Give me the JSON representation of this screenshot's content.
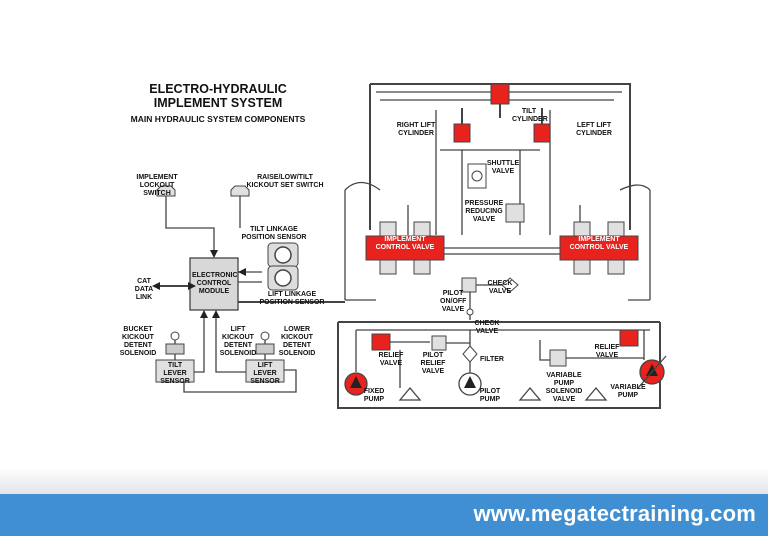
{
  "diagram": {
    "title_line1": "ELECTRO-HYDRAULIC",
    "title_line2": "IMPLEMENT SYSTEM",
    "subtitle": "MAIN HYDRAULIC SYSTEM COMPONENTS",
    "labels": {
      "implement_lockout_switch": "IMPLEMENT LOCKOUT SWITCH",
      "raise_low_tilt_switch": "RAISE/LOW/TILT KICKOUT SET SWITCH",
      "tilt_linkage_sensor": "TILT LINKAGE POSITION SENSOR",
      "lift_linkage_sensor": "LIFT LINKAGE POSITION SENSOR",
      "ecm": "ELECTRONIC CONTROL MODULE",
      "cat_data_link": "CAT DATA LINK",
      "bucket_kickout_solenoid": "BUCKET KICKOUT DETENT SOLENOID",
      "lift_kickout_solenoid": "LIFT KICKOUT DETENT SOLENOID",
      "lower_kickout_solenoid": "LOWER KICKOUT DETENT SOLENOID",
      "tilt_lever_sensor": "TILT LEVER SENSOR",
      "lift_lever_sensor": "LIFT LEVER SENSOR",
      "tilt_cylinder": "TILT CYLINDER",
      "right_lift_cylinder": "RIGHT LIFT CYLINDER",
      "left_lift_cylinder": "LEFT LIFT CYLINDER",
      "shuttle_valve": "SHUTTLE VALVE",
      "pressure_reducing_valve": "PRESSURE REDUCING VALVE",
      "implement_control_valve_left": "IMPLEMENT CONTROL VALVE",
      "implement_control_valve_right": "IMPLEMENT CONTROL VALVE",
      "pilot_onoff_valve": "PILOT ON/OFF VALVE",
      "check_valve_upper": "CHECK VALVE",
      "check_valve_lower": "CHECK VALVE",
      "relief_valve_left": "RELIEF VALVE",
      "relief_valve_right": "RELIEF VALVE",
      "pilot_relief_valve": "PILOT RELIEF VALVE",
      "filter": "FILTER",
      "fixed_pump": "FIXED PUMP",
      "pilot_pump": "PILOT PUMP",
      "variable_pump_solenoid_valve": "VARIABLE PUMP SOLENOID VALVE",
      "variable_pump": "VARIABLE PUMP"
    }
  },
  "colors": {
    "accent_red": "#e8231e",
    "footer_blue": "#3f8fd2",
    "line": "#444444"
  },
  "footer": {
    "url": "www.megatectraining.com"
  }
}
